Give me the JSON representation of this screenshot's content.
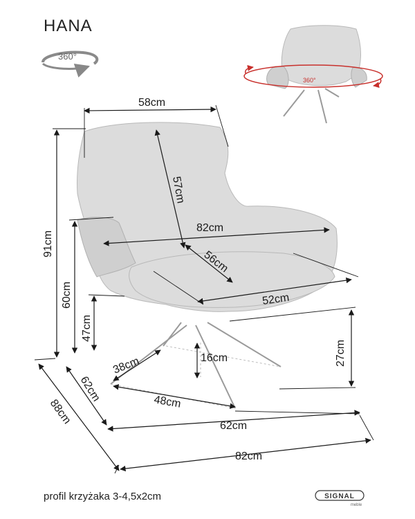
{
  "product": {
    "name": "HANA",
    "rotation_label": "360°",
    "rotation_label_small": "360°"
  },
  "dimensions": {
    "backrest_width": "58cm",
    "backrest_height": "57cm",
    "total_width": "82cm",
    "total_height": "91cm",
    "armrest_height": "60cm",
    "seat_height": "47cm",
    "seat_depth": "56cm",
    "seat_width": "52cm",
    "base_height": "27cm",
    "base_clearance": "16cm",
    "base_side_a": "38cm",
    "base_side_b": "62cm",
    "base_diagonal": "48cm",
    "base_width": "62cm",
    "total_depth": "88cm",
    "bottom_width": "82cm"
  },
  "footer": {
    "note": "profil krzyżaka 3-4,5x2cm",
    "brand": "SIGNAL",
    "brand_sub": "meble"
  },
  "colors": {
    "upholstery": "#dcdcdc",
    "rotation_arrow": "#c8302c",
    "ink": "#1a1a1a"
  }
}
